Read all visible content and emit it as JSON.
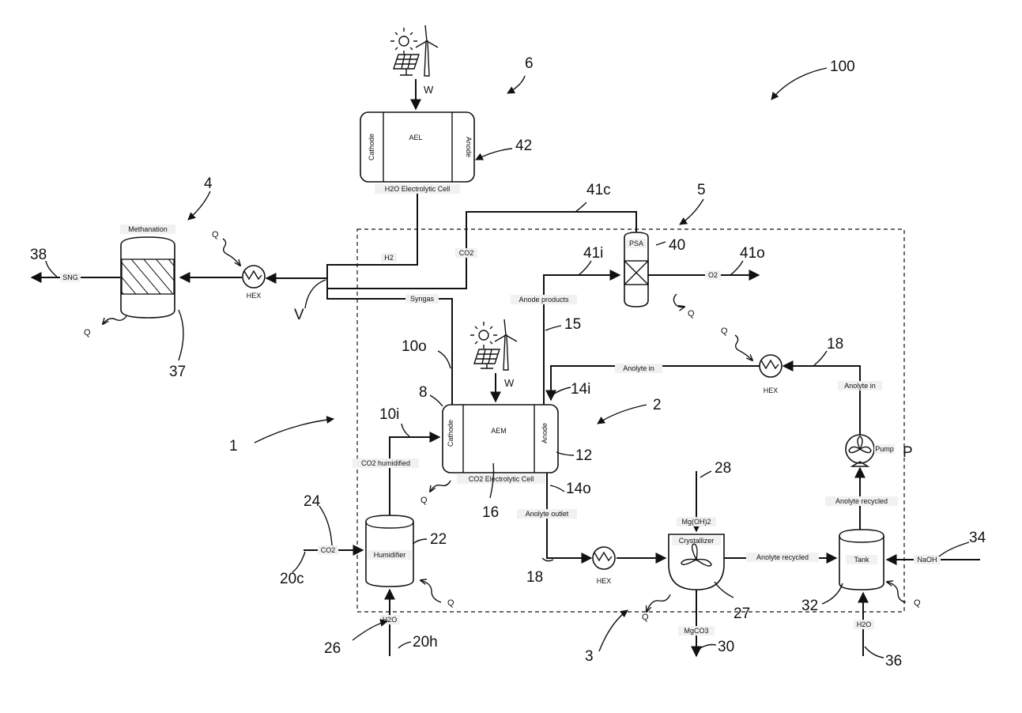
{
  "figure": {
    "refs": {
      "r100": "100",
      "r6": "6",
      "r5": "5",
      "r4": "4",
      "r2": "2",
      "r1": "1",
      "r3": "3",
      "r42": "42",
      "r41c": "41c",
      "r40": "40",
      "r41i": "41i",
      "r41o": "41o",
      "r38": "38",
      "r37": "37",
      "rV": "V",
      "r15": "15",
      "r18a": "18",
      "r18b": "18",
      "r10o": "10o",
      "r14i": "14i",
      "r8": "8",
      "r10i": "10i",
      "r12": "12",
      "r14o": "14o",
      "r16": "16",
      "r24": "24",
      "r22": "22",
      "r20c": "20c",
      "r26": "26",
      "r20h": "20h",
      "r28": "28",
      "r27": "27",
      "r30": "30",
      "r32": "32",
      "r34": "34",
      "r36": "36",
      "rP": "P",
      "rW1": "W",
      "rW2": "W"
    },
    "labels": {
      "ael": "AEL",
      "cathode_top": "Cathode",
      "anode_top": "Anode",
      "h2o_cell": "H2O Electrolytic Cell",
      "methanation": "Methanation",
      "sng": "SNG",
      "hex_left": "HEX",
      "h2": "H2",
      "co2_top": "CO2",
      "psa": "PSA",
      "o2": "O2",
      "syngas": "Syngas",
      "anode_products": "Anode products",
      "anolyte_in_top": "Anolyte in",
      "hex_right": "HEX",
      "anolyte_in_side": "Anolyte in",
      "aem": "AEM",
      "cathode_mid": "Cathode",
      "anode_mid": "Anode",
      "co2_cell": "CO2 Electrolytic Cell",
      "co2_humidified": "CO2 humidified",
      "pump": "Pump",
      "anolyte_outlet": "Anolyte outlet",
      "mgoh2": "Mg(OH)2",
      "anolyte_recycled_pump": "Anolyte recycled",
      "co2_in": "CO2",
      "humidifier": "Humidifier",
      "crystallizer": "Crystallizer",
      "anolyte_recycled": "Anolyte recycled",
      "tank": "Tank",
      "naoh": "NaOH",
      "hex_bottom": "HEX",
      "h2o_hum": "H2O",
      "mgco3": "MgCO3",
      "h2o_tank": "H2O",
      "q_hex_left": "Q",
      "q_meth": "Q",
      "q_psa": "Q",
      "q_hex_right": "Q",
      "q_cell": "Q",
      "q_hum": "Q",
      "q_cryst": "Q",
      "q_tank": "Q"
    }
  }
}
